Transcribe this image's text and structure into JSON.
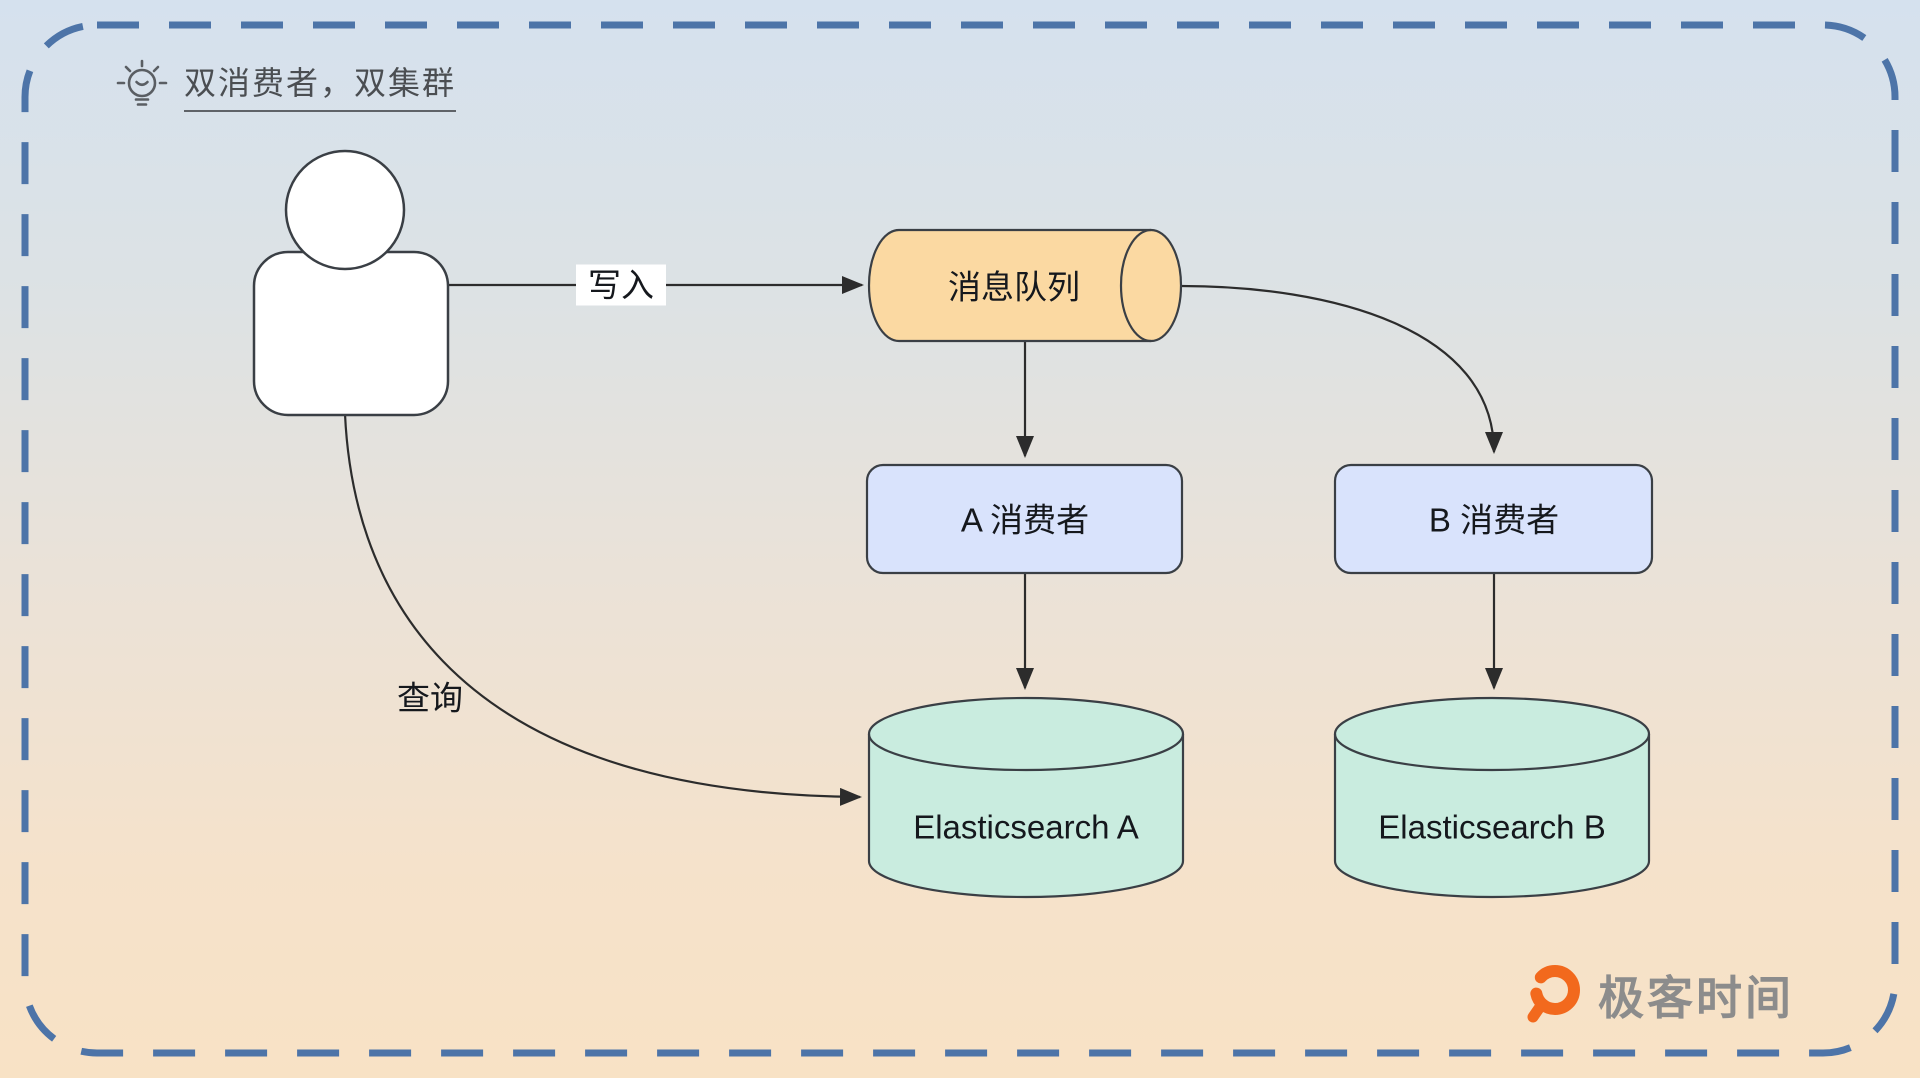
{
  "title": {
    "text": "双消费者，双集群"
  },
  "nodes": {
    "queue": {
      "label": "消息队列",
      "fill": "#fbd9a2"
    },
    "consumer_a": {
      "label": "A 消费者",
      "fill": "#d9e3fc"
    },
    "consumer_b": {
      "label": "B 消费者",
      "fill": "#d9e3fc"
    },
    "es_a": {
      "label": "Elasticsearch A",
      "fill": "#c9ecdf"
    },
    "es_b": {
      "label": "Elasticsearch B",
      "fill": "#c9ecdf"
    }
  },
  "edges": {
    "write": {
      "label": "写入",
      "from": "user",
      "to": "queue"
    },
    "query": {
      "label": "查询",
      "from": "user",
      "to": "es_a"
    },
    "queue_to_consumer_a": {
      "label": "",
      "from": "queue",
      "to": "consumer_a"
    },
    "queue_to_consumer_b": {
      "label": "",
      "from": "queue",
      "to": "consumer_b"
    },
    "consumer_a_to_es_a": {
      "label": "",
      "from": "consumer_a",
      "to": "es_a"
    },
    "consumer_b_to_es_b": {
      "label": "",
      "from": "consumer_b",
      "to": "es_b"
    }
  },
  "brand": {
    "name": "极客时间",
    "icon_color": "#f2691d",
    "text_color": "#8c8c8c"
  },
  "colors": {
    "border": "#4d74a8",
    "edge": "#2c2c2c",
    "shape_stroke": "#3a3f45",
    "bg_top": "#d5e1ee",
    "bg_bottom": "#f8e2c5",
    "title_text": "#4b4e52"
  }
}
